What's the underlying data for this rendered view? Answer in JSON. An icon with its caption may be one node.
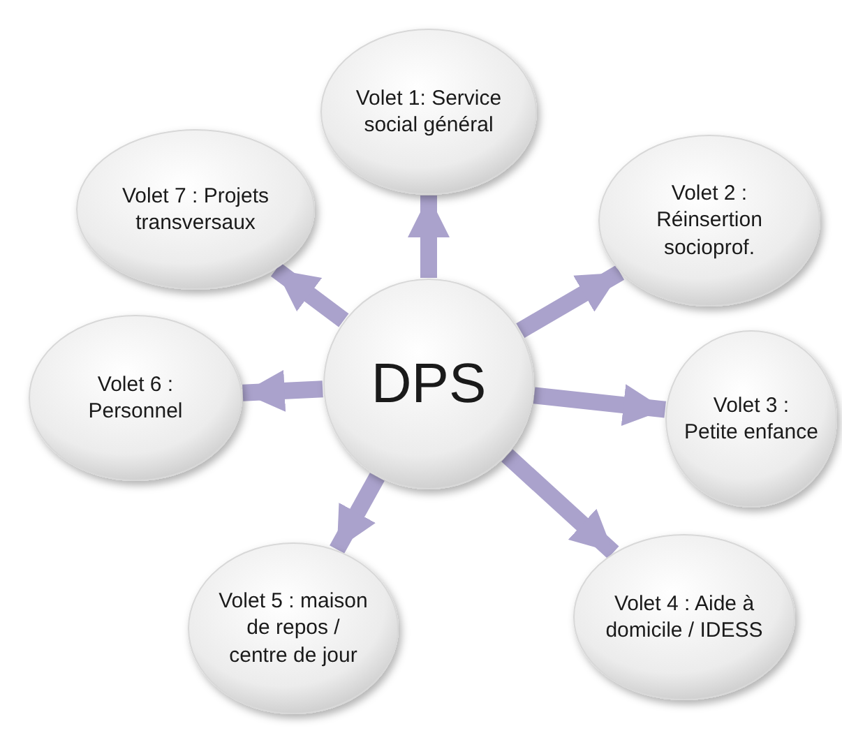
{
  "diagram": {
    "nodes": [
      {
        "text": [
          "DPS"
        ]
      },
      {
        "text": [
          "Volet 1: Service social général"
        ]
      },
      {
        "text": [
          "Volet 2 : Réinsertion socioprof."
        ]
      },
      {
        "text": [
          "Volet 3 : Petite enfance"
        ]
      },
      {
        "text": [
          "Volet 4 : Aide à domicile / IDESS"
        ]
      },
      {
        "text": [
          "Volet 5 : maison de repos / centre de jour"
        ]
      },
      {
        "text": [
          "Volet 6 : Personnel"
        ]
      },
      {
        "text": [
          "Volet 7 : Projets transversaux"
        ]
      }
    ],
    "edges": [
      {
        "from": 0,
        "to": 1,
        "arrow": "to"
      },
      {
        "from": 0,
        "to": 2,
        "arrow": "to"
      },
      {
        "from": 0,
        "to": 3,
        "arrow": "to"
      },
      {
        "from": 0,
        "to": 4,
        "arrow": "to"
      },
      {
        "from": 0,
        "to": 5,
        "arrow": "to"
      },
      {
        "from": 0,
        "to": 6,
        "arrow": "to"
      },
      {
        "from": 0,
        "to": 7,
        "arrow": "to"
      }
    ]
  }
}
